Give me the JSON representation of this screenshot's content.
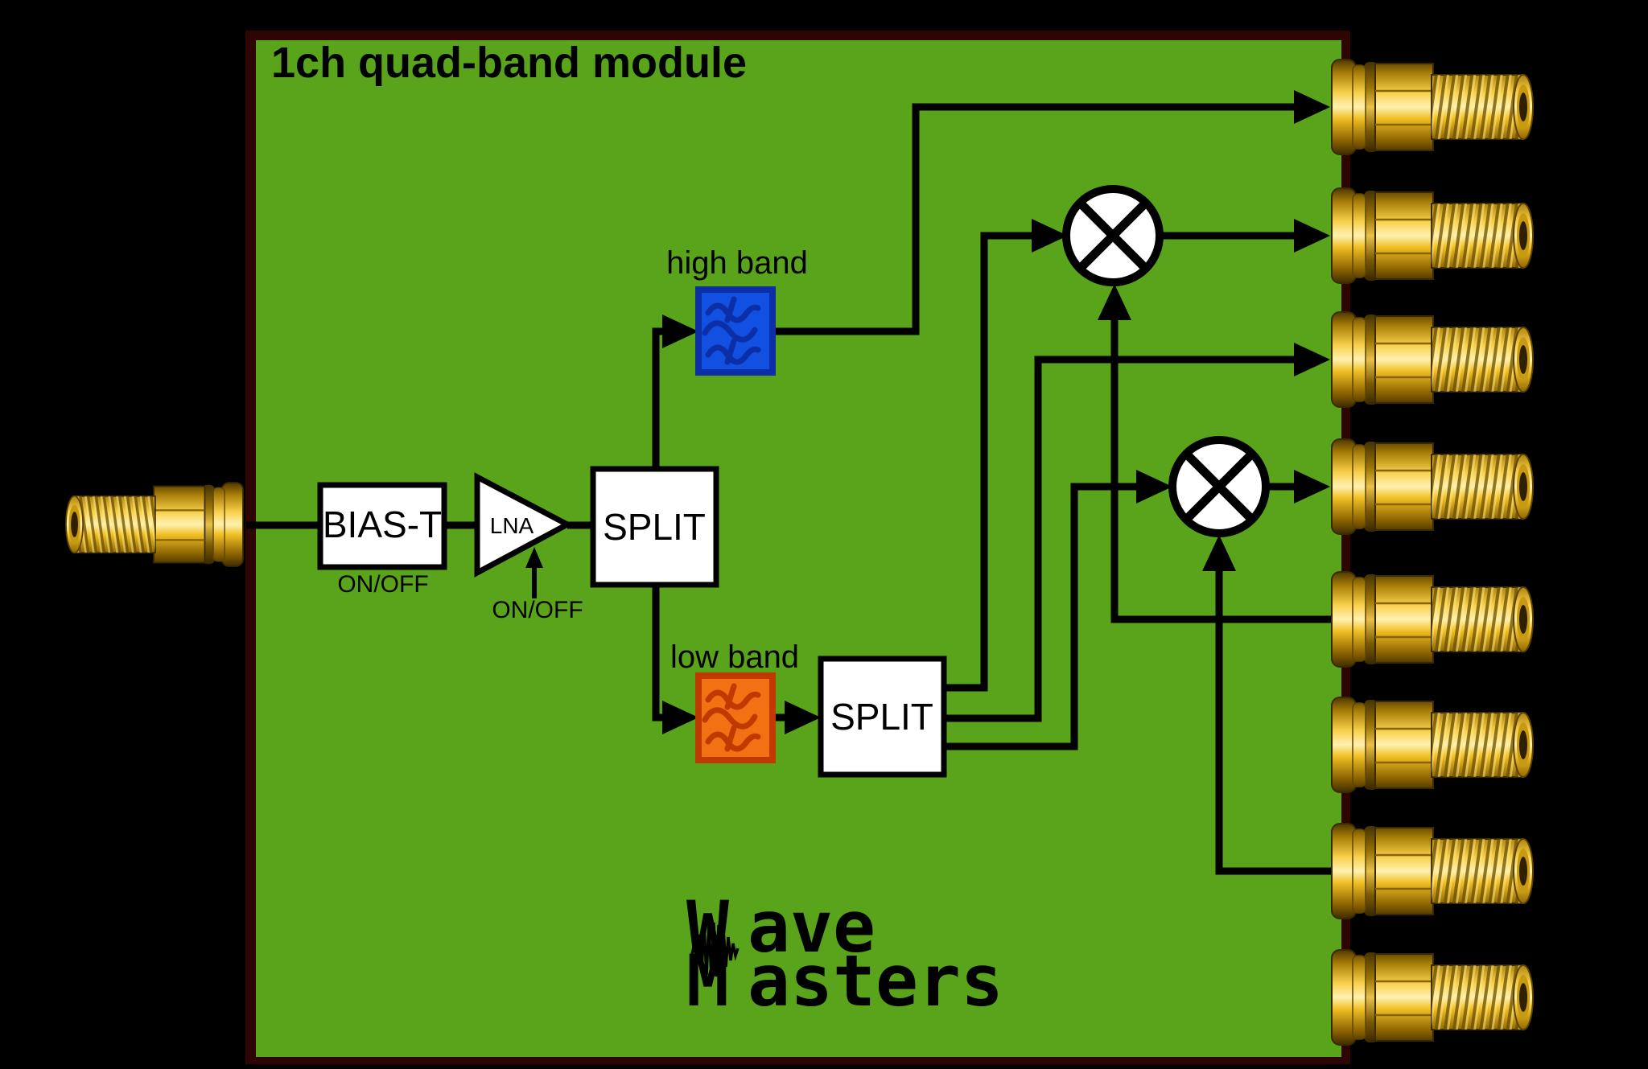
{
  "title": "1ch quad-band module",
  "colors": {
    "background": "#000000",
    "board_green": "#5aa41b",
    "board_border": "#2f0503",
    "wire": "#000000",
    "box_fill": "#ffffff",
    "box_border": "#000000",
    "high_band_fill": "#1150e0",
    "high_band_accent": "#0c2fa8",
    "low_band_fill": "#f47113",
    "low_band_accent": "#c03a00",
    "connector_gold": "#f2c12e",
    "logo_w_red": "#9e1500",
    "logo_m_green": "#1e9000"
  },
  "blocks": {
    "bias_t": {
      "label": "BIAS-T",
      "control": "ON/OFF"
    },
    "lna": {
      "label": "LNA",
      "control": "ON/OFF"
    },
    "split_main": {
      "label": "SPLIT"
    },
    "split_low": {
      "label": "SPLIT"
    },
    "filter_high": {
      "label": "high band"
    },
    "filter_low": {
      "label": "low band"
    }
  },
  "logo": {
    "line1_initial": "W",
    "line1_rest": "ave",
    "line2_initial": "M",
    "line2_rest": "asters"
  },
  "connectors": {
    "left_count": 1,
    "right_count": 8
  }
}
